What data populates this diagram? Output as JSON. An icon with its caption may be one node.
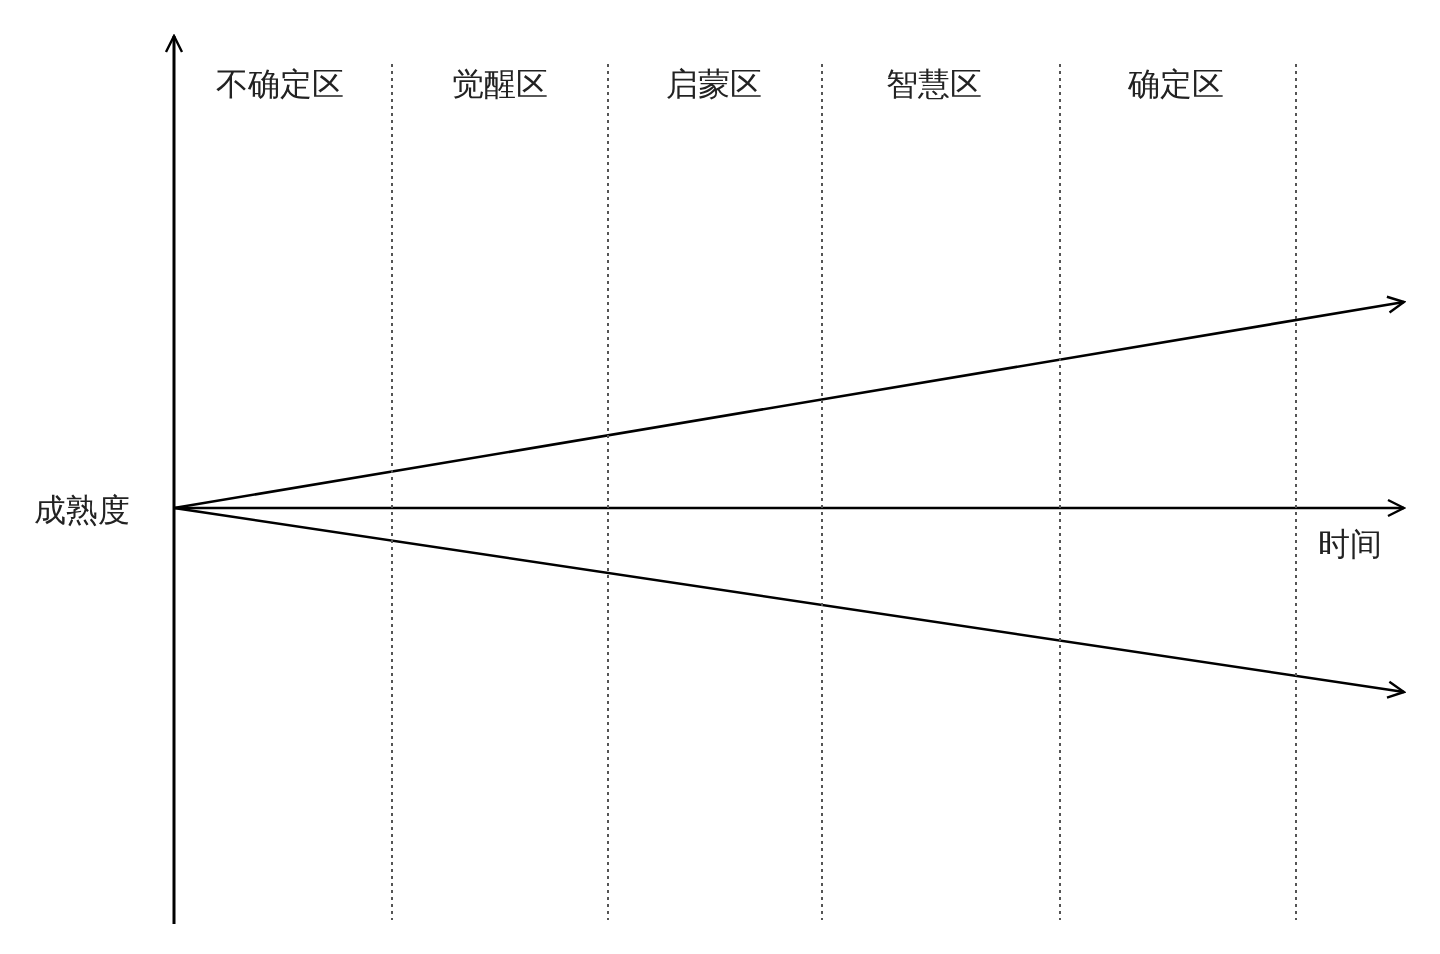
{
  "diagram": {
    "labels": [
      "不确定区",
      "觉醒区",
      "启蒙区",
      "智慧区",
      "确定区",
      "成熟度",
      "时间"
    ]
  }
}
